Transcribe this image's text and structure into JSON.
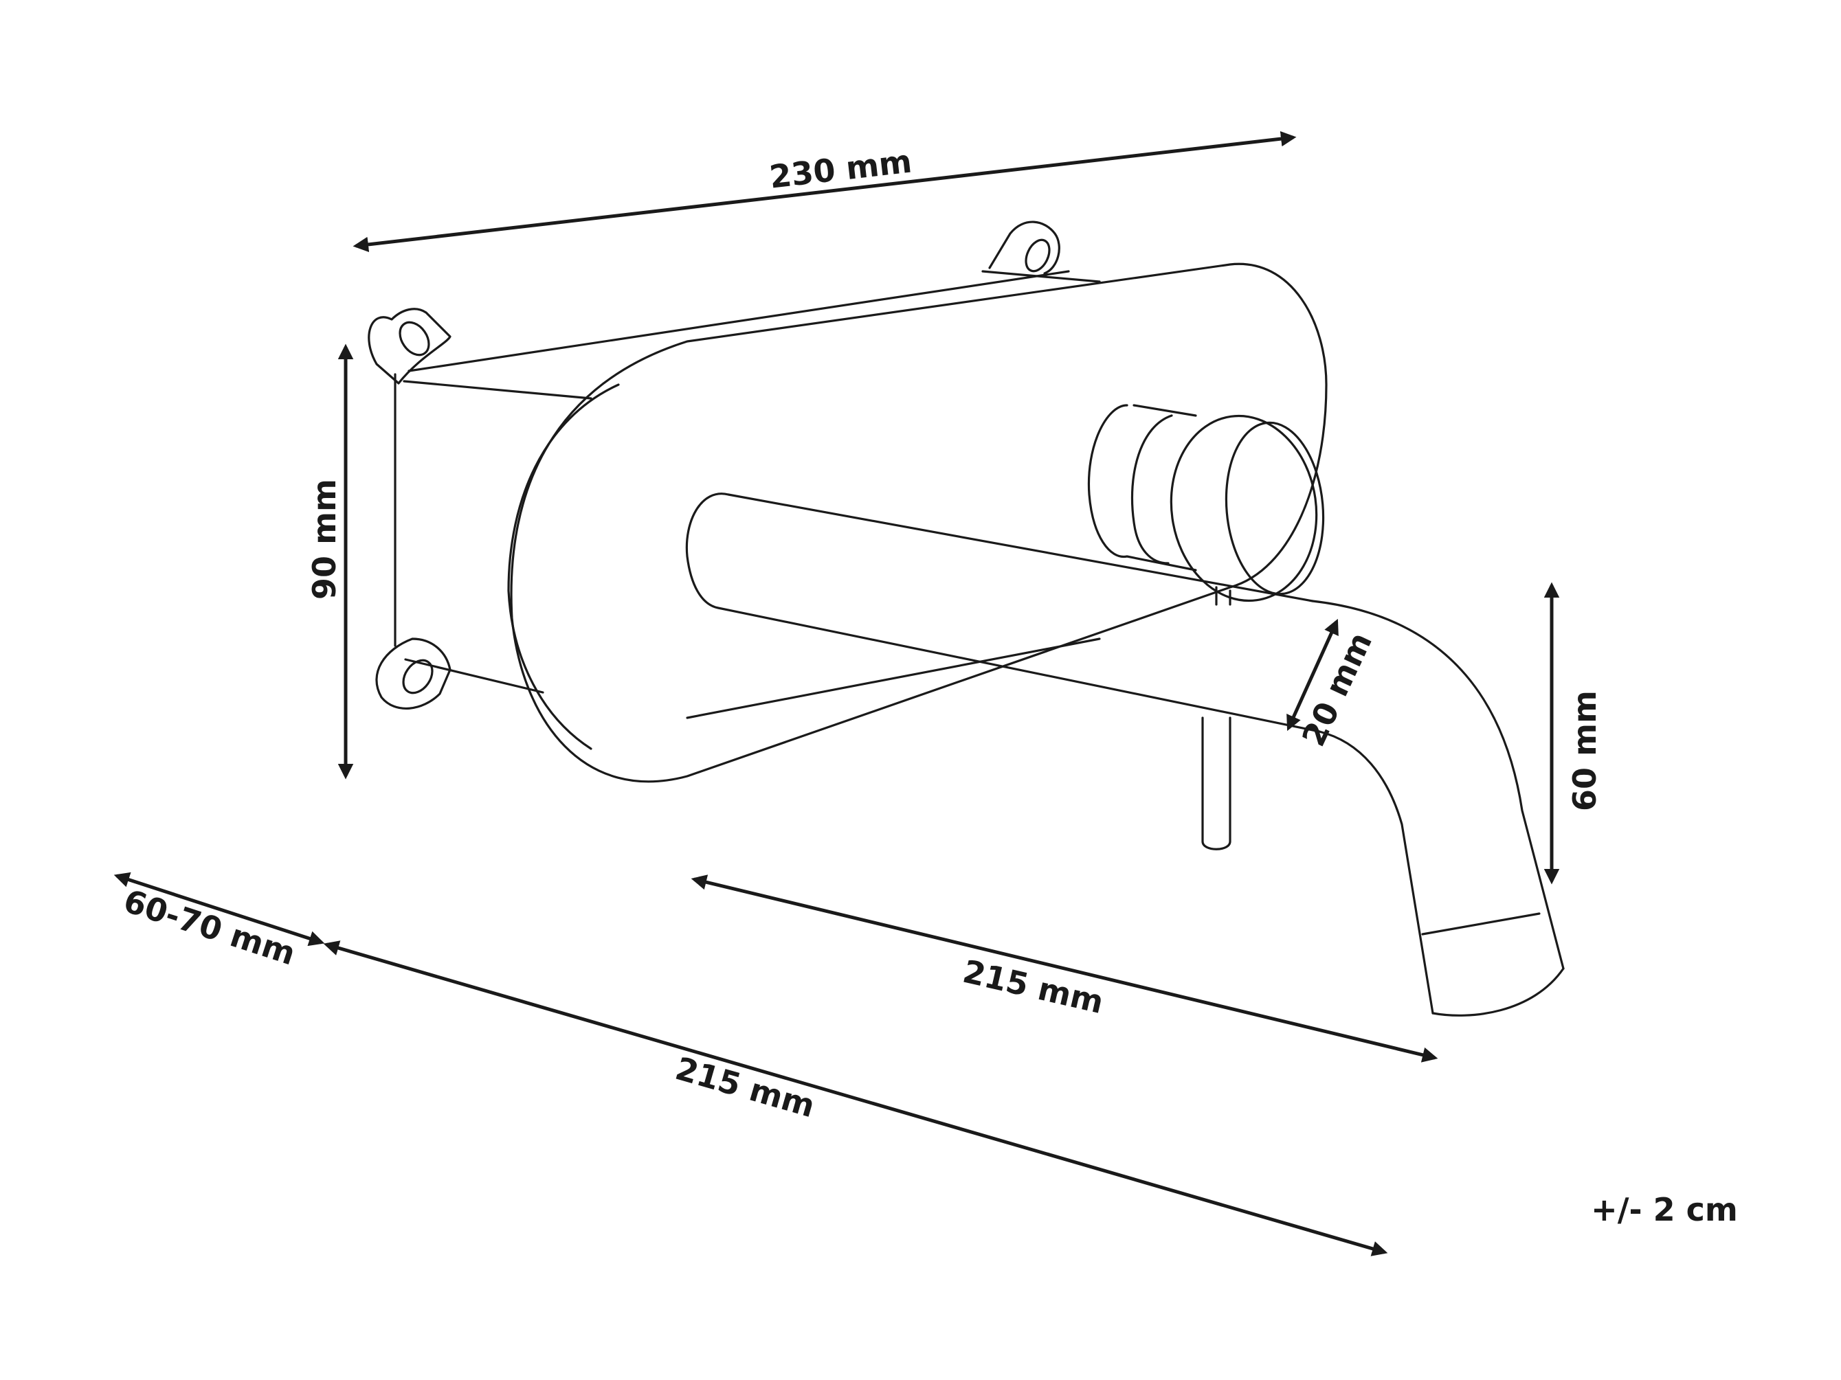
{
  "diagram": {
    "width_label": "230 mm",
    "height_label": "90 mm",
    "depth_label": "60-70 mm",
    "spout_length_label": "215 mm",
    "total_length_label": "215 mm",
    "spout_diameter_label": "20 mm",
    "spout_height_label": "60 mm",
    "tolerance_label": "+/- 2 cm",
    "colors": {
      "ink": "#1a1a1a",
      "background": "#ffffff"
    }
  }
}
